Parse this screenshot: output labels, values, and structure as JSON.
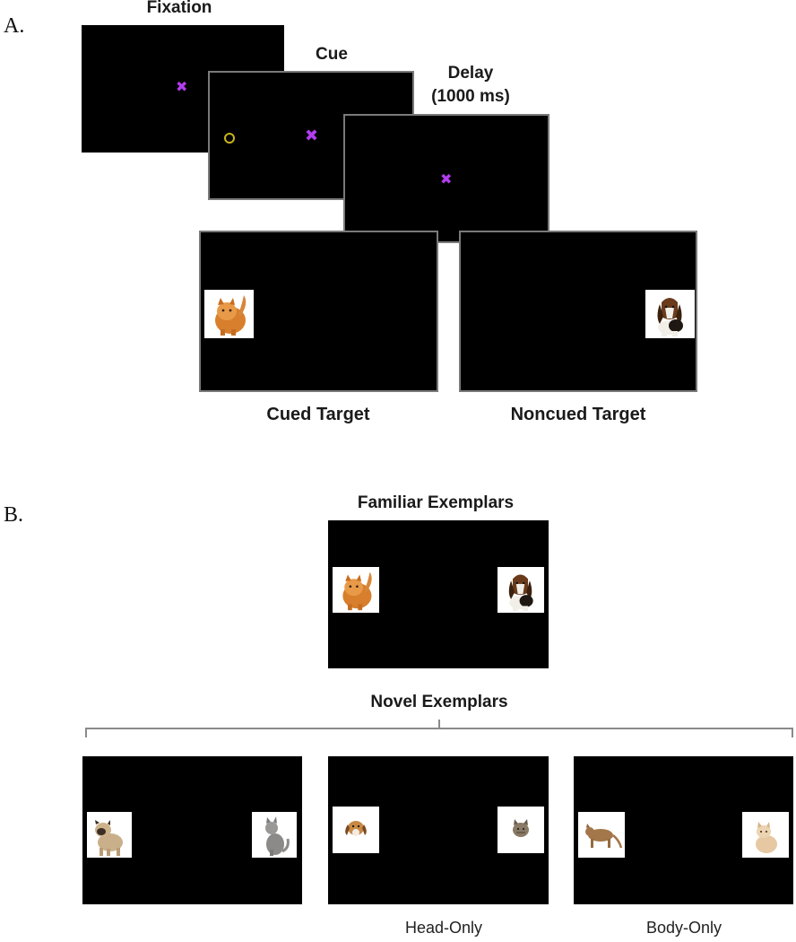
{
  "panel_a": {
    "label": "A.",
    "fixation": {
      "title": "Fixation",
      "symbol": "✖"
    },
    "cue": {
      "title": "Cue",
      "symbol": "✖"
    },
    "delay": {
      "title": "Delay",
      "subtitle": "(1000 ms)",
      "symbol": "✖"
    },
    "cued_target": {
      "caption": "Cued Target"
    },
    "noncued_target": {
      "caption": "Noncued Target"
    }
  },
  "panel_b": {
    "label": "B.",
    "familiar": {
      "title": "Familiar Exemplars"
    },
    "novel": {
      "title": "Novel Exemplars",
      "head_only": "Head-Only",
      "body_only": "Body-Only"
    }
  },
  "colors": {
    "screen": "#000000",
    "fixation_cross": "#b33cf0",
    "cue_ring": "#c9b41a",
    "stimulus_background": "#ffffff"
  },
  "icons": {
    "cat_stimulus": "orange-long-haired-cat-icon",
    "dog_stimulus": "basset-hound-icon",
    "pug_stimulus": "pug-icon",
    "gray_cat_stimulus": "gray-sitting-cat-icon",
    "beagle_head_stimulus": "beagle-head-icon",
    "tabby_head_stimulus": "tabby-cat-head-icon",
    "tan_cat_body_stimulus": "tan-cat-body-icon",
    "kitten_body_stimulus": "cream-kitten-body-icon"
  }
}
